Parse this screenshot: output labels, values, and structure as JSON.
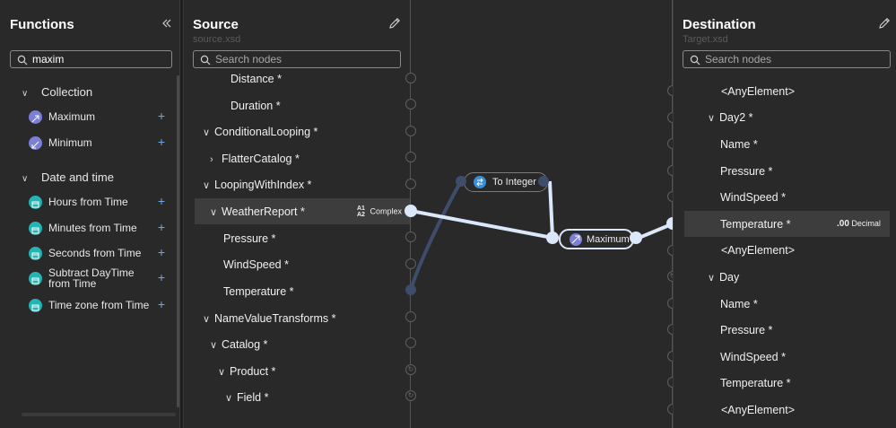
{
  "functions": {
    "title": "Functions",
    "search_value": "maxim",
    "categories": [
      {
        "label": "Collection",
        "items": [
          {
            "label": "Maximum",
            "icon": "maximum-icon"
          },
          {
            "label": "Minimum",
            "icon": "minimum-icon"
          }
        ]
      },
      {
        "label": "Date and time",
        "items": [
          {
            "label": "Hours from Time",
            "icon": "calendar-icon"
          },
          {
            "label": "Minutes from Time",
            "icon": "calendar-icon"
          },
          {
            "label": "Seconds from Time",
            "icon": "calendar-icon"
          },
          {
            "label": "Subtract DayTime from Time",
            "icon": "calendar-icon"
          },
          {
            "label": "Time zone from Time",
            "icon": "calendar-icon"
          }
        ]
      }
    ]
  },
  "source": {
    "title": "Source",
    "file": "source.xsd",
    "search_placeholder": "Search nodes",
    "nodes": [
      {
        "label": "Distance *"
      },
      {
        "label": "Duration *"
      },
      {
        "label": "ConditionalLooping *"
      },
      {
        "label": "FlatterCatalog *"
      },
      {
        "label": "LoopingWithIndex *"
      },
      {
        "label": "WeatherReport *",
        "type_label": "Complex",
        "type_glyph": "A1 A2"
      },
      {
        "label": "Pressure *"
      },
      {
        "label": "WindSpeed *"
      },
      {
        "label": "Temperature *"
      },
      {
        "label": "NameValueTransforms *"
      },
      {
        "label": "Catalog *"
      },
      {
        "label": "Product *"
      },
      {
        "label": "Field *"
      }
    ]
  },
  "destination": {
    "title": "Destination",
    "file": "Target.xsd",
    "search_placeholder": "Search nodes",
    "nodes": [
      {
        "label": "<AnyElement>"
      },
      {
        "label": "Day2 *"
      },
      {
        "label": "Name *"
      },
      {
        "label": "Pressure *"
      },
      {
        "label": "WindSpeed *"
      },
      {
        "label": "Temperature *",
        "type_label": "Decimal",
        "type_glyph": ".00"
      },
      {
        "label": "<AnyElement>"
      },
      {
        "label": "Day"
      },
      {
        "label": "Name *"
      },
      {
        "label": "Pressure *"
      },
      {
        "label": "WindSpeed *"
      },
      {
        "label": "Temperature *"
      },
      {
        "label": "<AnyElement>"
      }
    ]
  },
  "canvas": {
    "function_nodes": [
      {
        "label": "To Integer",
        "icon": "conversion-icon"
      },
      {
        "label": "Maximum",
        "icon": "maximum-icon"
      }
    ]
  },
  "colors": {
    "panel_bg": "#292929",
    "active_line": "#dbe7fb",
    "inactive_line": "#3d4d6a",
    "math_icon": "#7b7fd6",
    "date_icon": "#26b3b3",
    "conversion_icon": "#3a8fd8"
  }
}
